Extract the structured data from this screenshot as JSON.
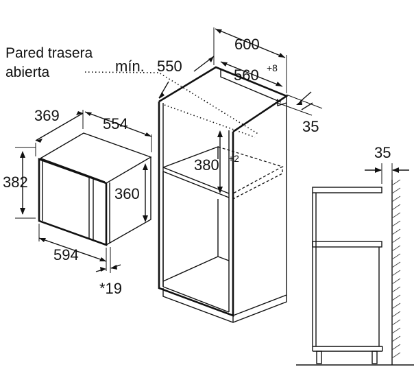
{
  "note": {
    "line1": "Pared trasera",
    "line2": "abierta"
  },
  "dims": {
    "cab_width": "600",
    "cab_min_label": "mín.",
    "cab_depth": "550",
    "niche_width": "560",
    "niche_width_tol": "+8",
    "gap_side": "35",
    "niche_height": "380",
    "niche_height_tol": "+2",
    "mw_depth": "369",
    "mw_width_top": "554",
    "mw_height": "382",
    "mw_height_inner": "360",
    "mw_width_bottom": "594",
    "mw_front": "*19",
    "side_gap": "35"
  }
}
